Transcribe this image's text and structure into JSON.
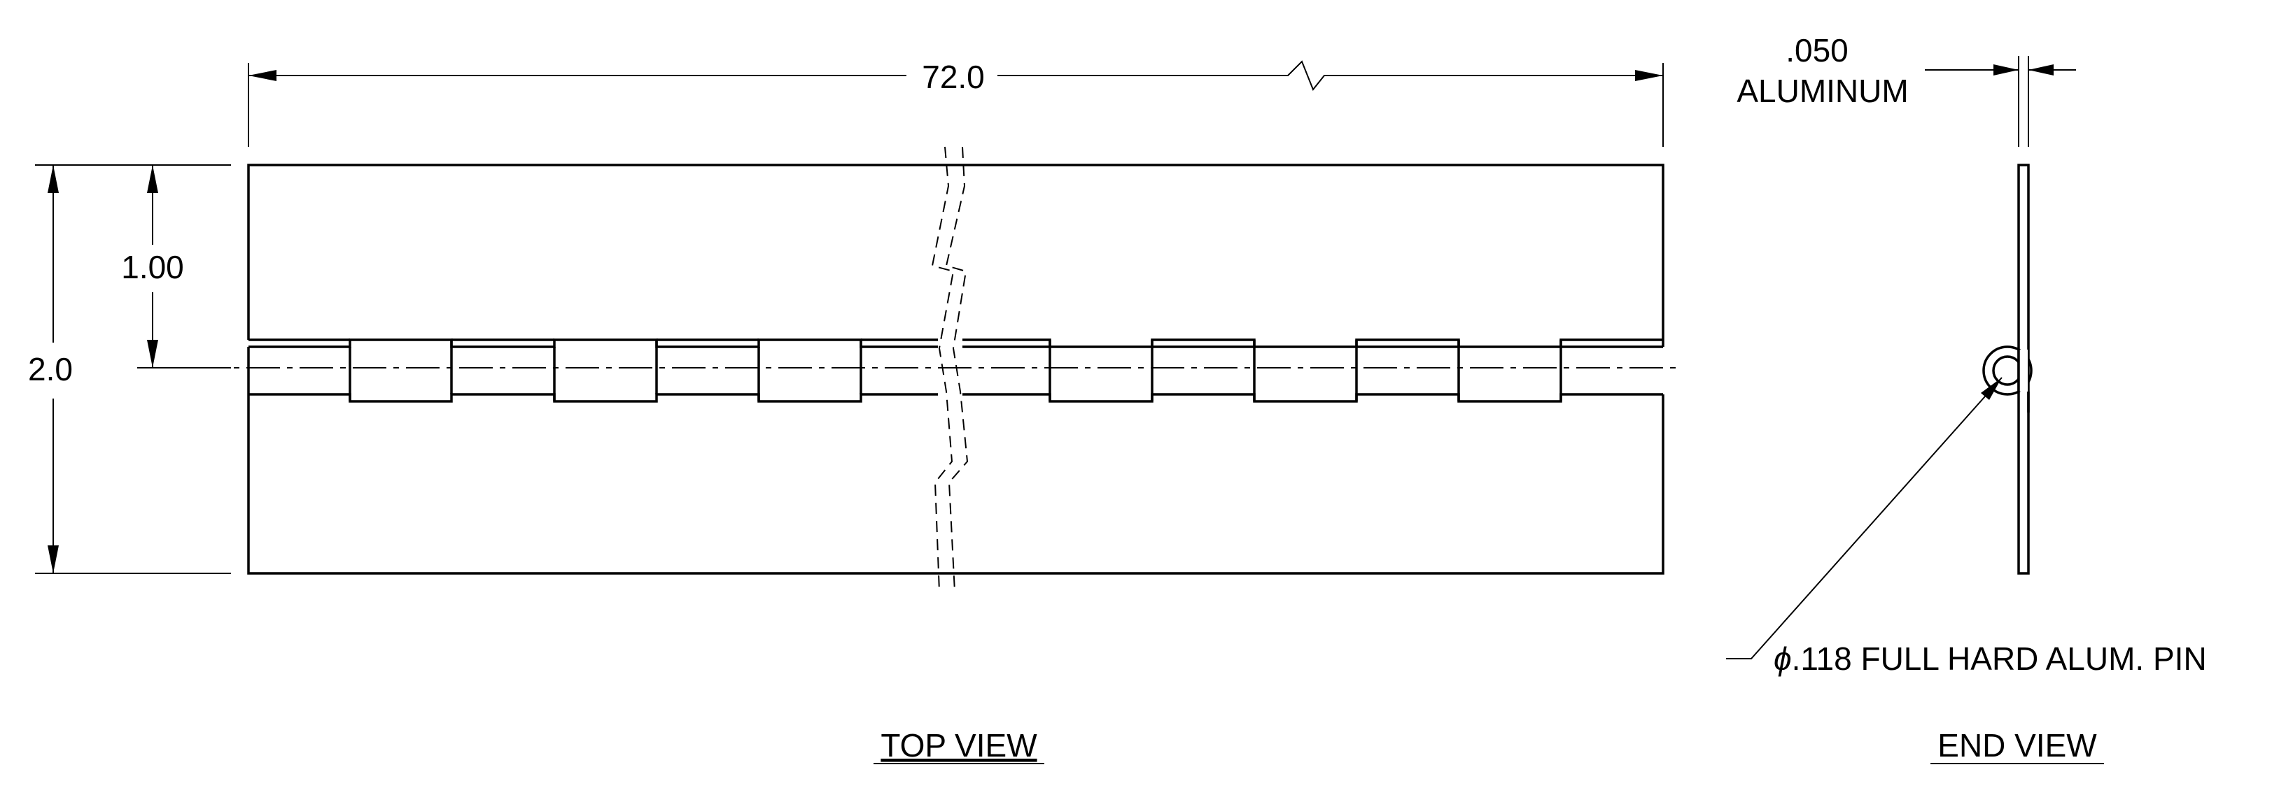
{
  "dimensions": {
    "length": "72.0",
    "width": "2.0",
    "half_width": "1.00",
    "thickness": ".050",
    "material": "ALUMINUM",
    "pin_note": ".118 FULL HARD ALUM. PIN",
    "diameter_symbol": "ϕ"
  },
  "views": {
    "top": "TOP VIEW",
    "end": "END VIEW"
  }
}
